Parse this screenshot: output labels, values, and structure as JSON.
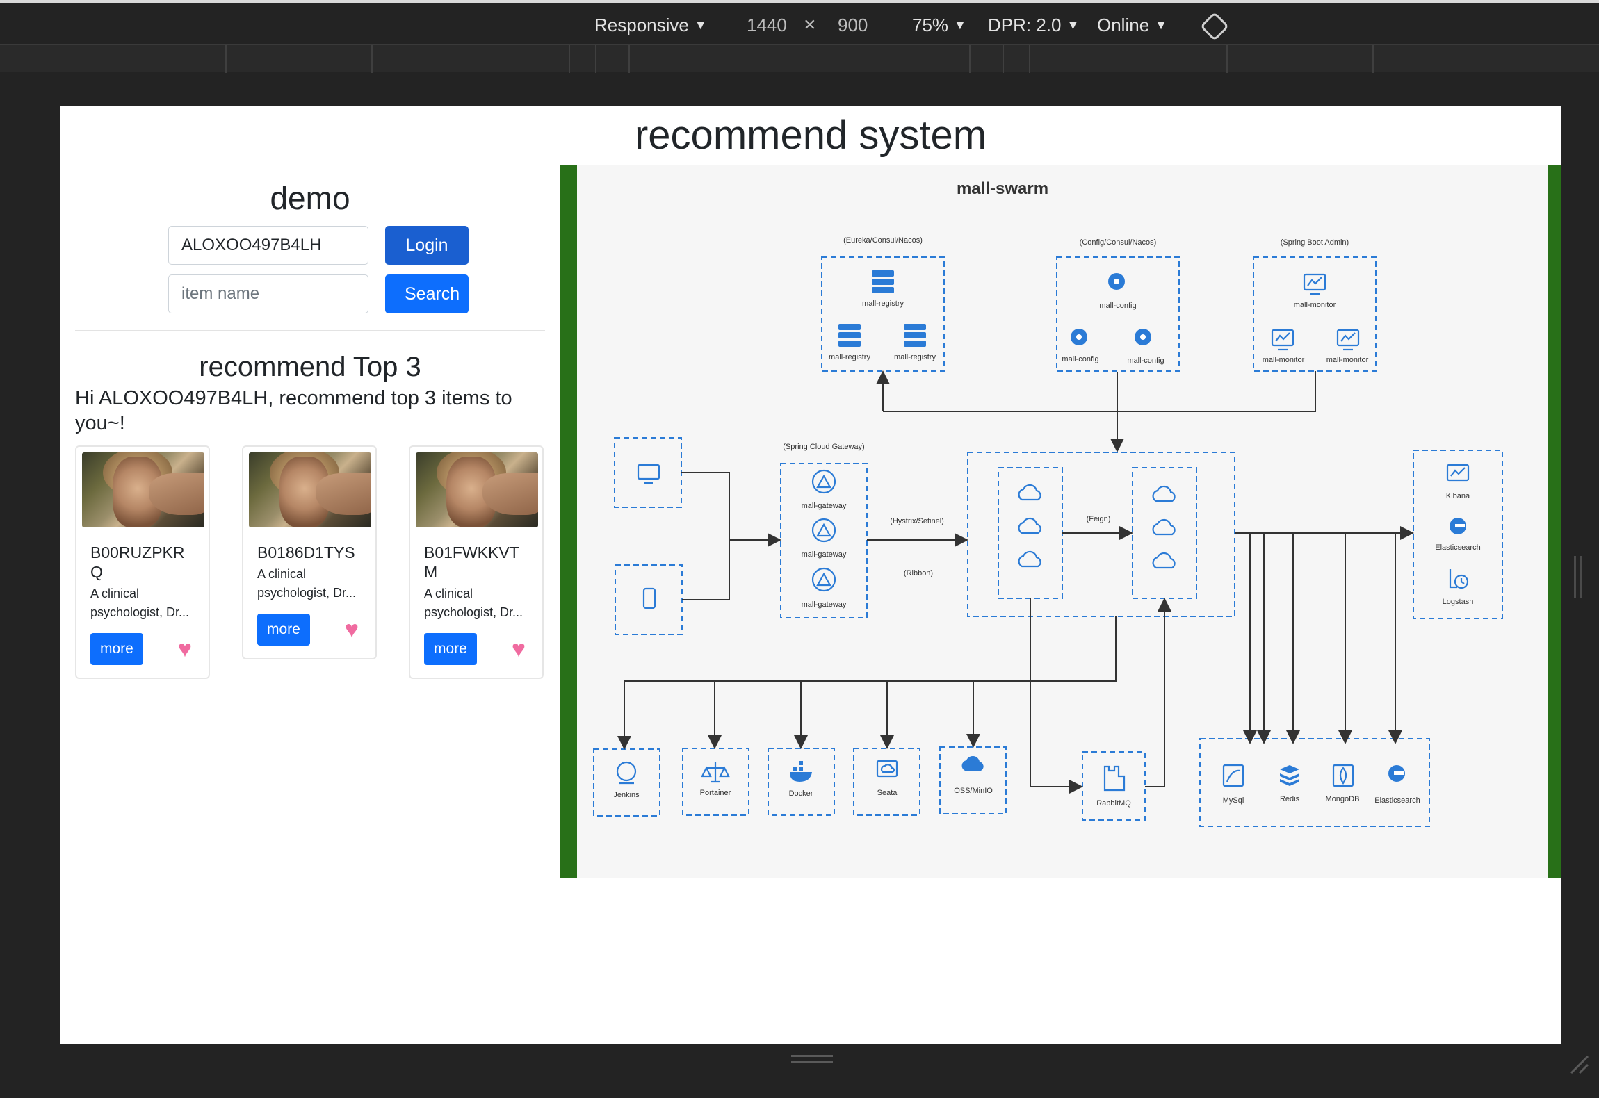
{
  "devtools": {
    "device": "Responsive",
    "width": "1440",
    "times": "×",
    "height": "900",
    "zoom": "75%",
    "dpr": "DPR: 2.0",
    "network": "Online",
    "dropdown_glyph": "▼"
  },
  "page": {
    "title": "recommend system"
  },
  "form": {
    "title": "demo",
    "user_value": "ALOXOO497B4LH",
    "login_label": "Login",
    "search_placeholder": "item name",
    "search_label": "Search"
  },
  "recommend": {
    "title": "recommend Top 3",
    "greeting": "Hi ALOXOO497B4LH, recommend top 3 items to you~!",
    "more_label": "more",
    "items": [
      {
        "id": "B00RUZPKRQ",
        "desc": "A clinical psychologist, Dr..."
      },
      {
        "id": "B0186D1TYS",
        "desc": "A clinical psychologist, Dr..."
      },
      {
        "id": "B01FWKKVTM",
        "desc": "A clinical psychologist, Dr..."
      }
    ]
  },
  "diagram": {
    "title": "mall-swarm",
    "registry_caption": "(Eureka/Consul/Nacos)",
    "config_caption": "(Config/Consul/Nacos)",
    "monitor_caption": "(Spring Boot Admin)",
    "gateway_caption": "(Spring Cloud Gateway)",
    "hystrix_label": "(Hystrix/Setinel)",
    "ribbon_label": "(Ribbon)",
    "feign_label": "(Feign)",
    "registry": "mall-registry",
    "config": "mall-config",
    "monitor": "mall-monitor",
    "gateway": "mall-gateway",
    "log_stack": [
      "Kibana",
      "Elasticsearch",
      "Logstash"
    ],
    "devops": [
      "Jenkins",
      "Portainer",
      "Docker",
      "Seata",
      "OSS/MinIO"
    ],
    "mq": "RabbitMQ",
    "stores": [
      "MySql",
      "Redis",
      "MongoDB",
      "Elasticsearch"
    ],
    "accent": "#2b7bd6"
  },
  "colors": {
    "primary": "#0d6efd",
    "login": "#1a5fd0",
    "heart": "#f06ba0",
    "frame": "#287018"
  }
}
